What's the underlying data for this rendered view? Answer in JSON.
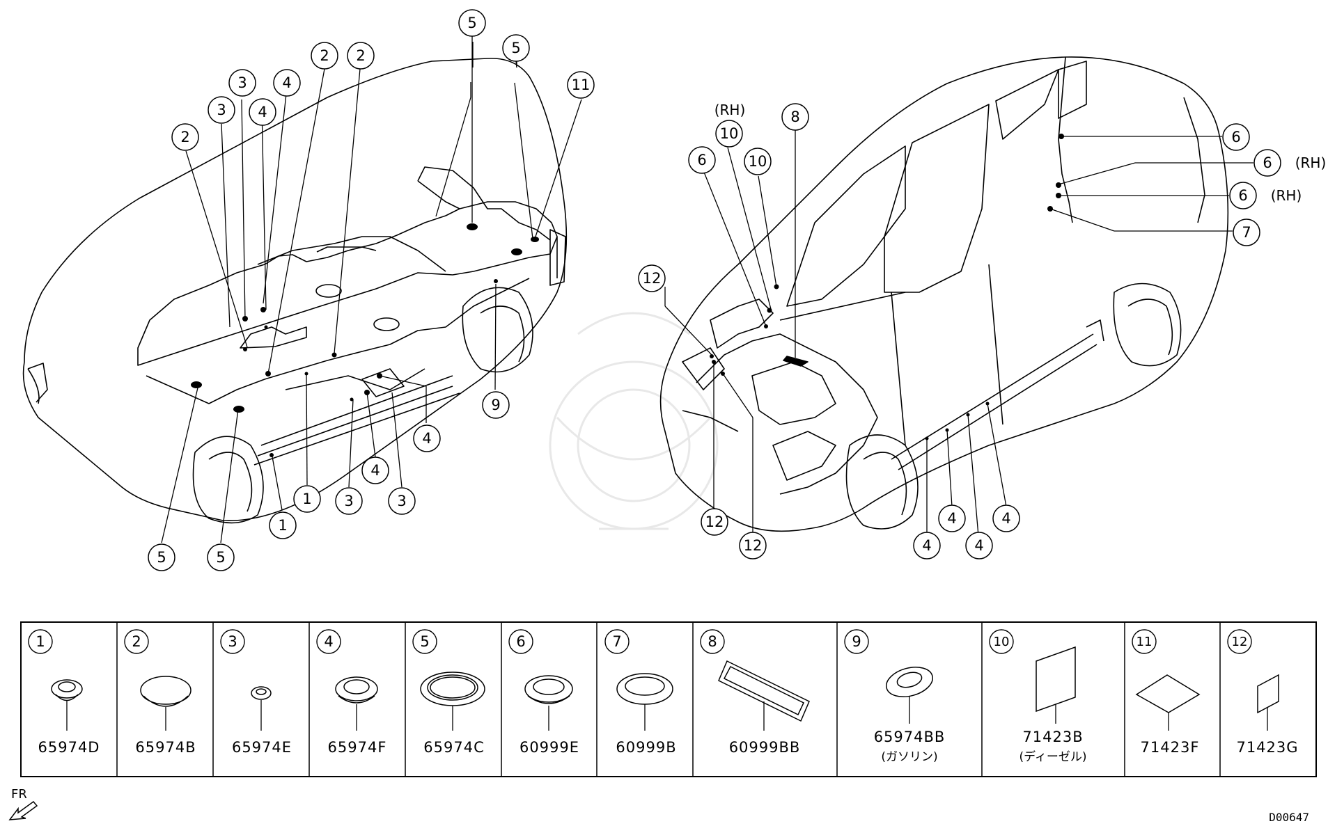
{
  "callout_labels": {
    "c1": "1",
    "c2": "2",
    "c3": "3",
    "c4": "4",
    "c5": "5",
    "c6": "6",
    "c7": "7",
    "c8": "8",
    "c9": "9",
    "c10": "10",
    "c11": "11",
    "c12": "12"
  },
  "rh_note": "(RH)",
  "parts": [
    {
      "index": "1",
      "part_no": "65974D",
      "note": ""
    },
    {
      "index": "2",
      "part_no": "65974B",
      "note": ""
    },
    {
      "index": "3",
      "part_no": "65974E",
      "note": ""
    },
    {
      "index": "4",
      "part_no": "65974F",
      "note": ""
    },
    {
      "index": "5",
      "part_no": "65974C",
      "note": ""
    },
    {
      "index": "6",
      "part_no": "60999E",
      "note": ""
    },
    {
      "index": "7",
      "part_no": "60999B",
      "note": ""
    },
    {
      "index": "8",
      "part_no": "60999BB",
      "note": ""
    },
    {
      "index": "9",
      "part_no": "65974BB",
      "note": "(ガソリン)"
    },
    {
      "index": "10",
      "part_no": "71423B",
      "note": "(ディーゼル)"
    },
    {
      "index": "11",
      "part_no": "71423F",
      "note": ""
    },
    {
      "index": "12",
      "part_no": "71423G",
      "note": ""
    }
  ],
  "direction_label": "FR",
  "diagram_code": "D00647",
  "colors": {
    "line": "#000000",
    "background": "#ffffff",
    "watermark": "#e6e6e6"
  }
}
